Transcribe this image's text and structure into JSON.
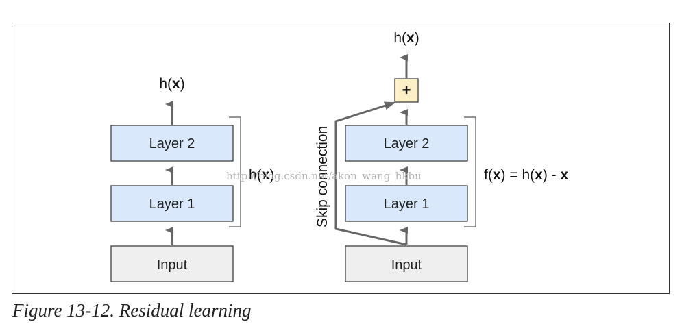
{
  "left": {
    "layer2_label": "Layer 2",
    "layer1_label": "Layer 1",
    "input_label": "Input",
    "output_label_pre": "h(",
    "output_label_var": "x",
    "output_label_post": ")",
    "bracket_label_pre": "h(",
    "bracket_label_var": "x",
    "bracket_label_post": ")"
  },
  "right": {
    "layer2_label": "Layer 2",
    "layer1_label": "Layer 1",
    "input_label": "Input",
    "add_symbol": "+",
    "skip_label": "Skip connection",
    "output_label_pre": "h(",
    "output_label_var": "x",
    "output_label_post": ")",
    "residual_f": "f(",
    "residual_x1": "x",
    "residual_mid": ") = h(",
    "residual_x2": "x",
    "residual_minus": ") - ",
    "residual_x3": "x"
  },
  "watermark": "http://blog.csdn.net/akon_wang_hkbu",
  "caption": "Figure 13-12. Residual learning",
  "colors": {
    "layer_fill": "#d9e9fb",
    "input_fill": "#efefef",
    "add_fill": "#fdf0c7",
    "arrow": "#666666",
    "border": "#333333"
  }
}
